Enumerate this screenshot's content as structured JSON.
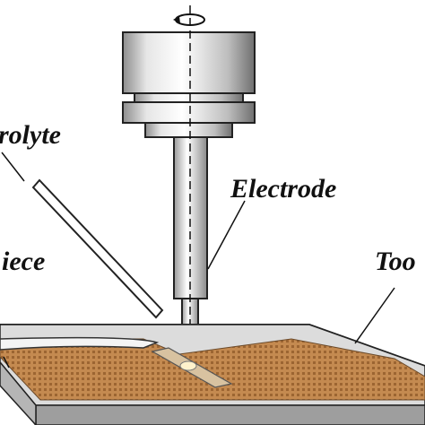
{
  "labels": {
    "electrolyte": "rolyte",
    "electrode": "Electrode",
    "workpiece": "iece",
    "tool": "Too"
  },
  "icons": {
    "rotation": "rotation-arrow-icon"
  },
  "colors": {
    "spindle_light": "#f2f2f2",
    "spindle_dark": "#8a8a8a",
    "plate_top": "#d9d9d9",
    "plate_side": "#9e9e9e",
    "texture": "#b0773f",
    "outline": "#222222"
  }
}
